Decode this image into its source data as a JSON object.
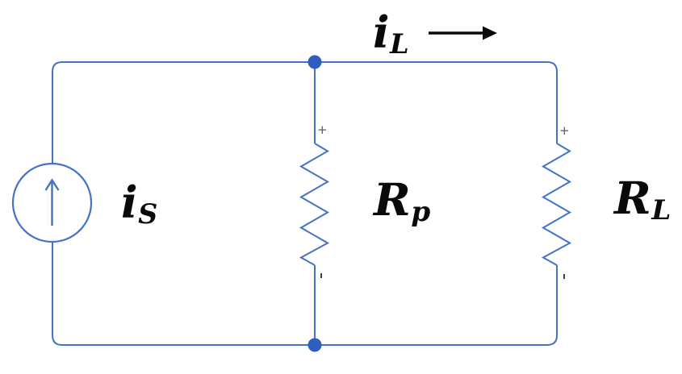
{
  "diagram": {
    "kind": "circuit-schematic",
    "description": "Current source driving two parallel resistors (current divider)",
    "labels": {
      "load_current": {
        "base": "i",
        "sub": "L"
      },
      "source_current": {
        "base": "i",
        "sub": "S"
      },
      "parallel_resistor": {
        "base": "R",
        "sub": "p"
      },
      "load_resistor": {
        "base": "R",
        "sub": "L"
      }
    },
    "marks": {
      "parallel_resistor_plus": "+",
      "load_resistor_plus": "+"
    },
    "symbols": {
      "current_source": "circle-with-up-arrow",
      "parallel_resistor": "zigzag-resistor",
      "load_resistor": "zigzag-resistor",
      "load_current_arrow_direction": "right",
      "junction_dots": 2
    },
    "colors": {
      "wire": "#4472c4",
      "junction": "#2f5ec1",
      "text": "#0a0a0a",
      "plus": "#595959",
      "tick": "#3f3f3f",
      "background": "#ffffff"
    }
  }
}
